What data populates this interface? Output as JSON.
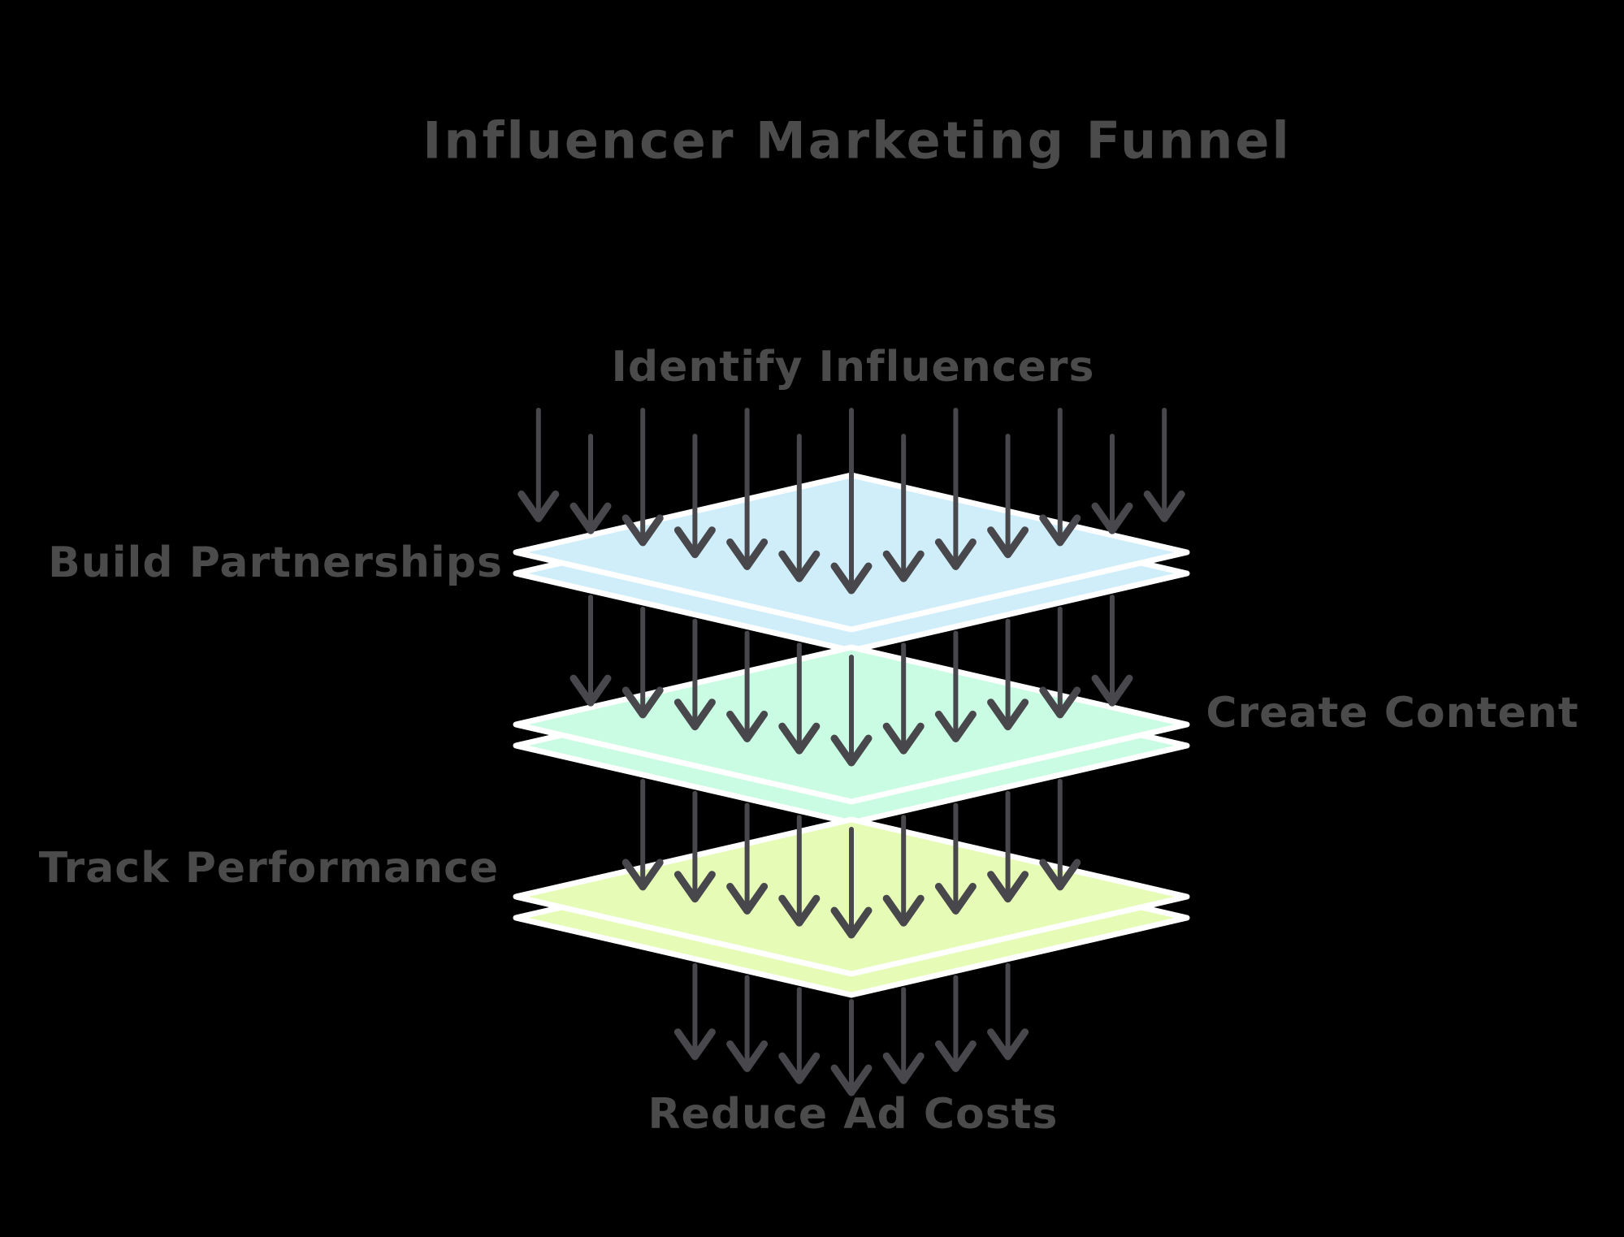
{
  "title": "Influencer Marketing Funnel",
  "diagram": {
    "top_label": "Identify Influencers",
    "bottom_label": "Reduce Ad Costs",
    "layers": [
      {
        "side_label": "Build Partnerships",
        "label_side": "left",
        "color": "#cfeefa"
      },
      {
        "side_label": "Create Content",
        "label_side": "right",
        "color": "#c9fce2"
      },
      {
        "side_label": "Track Performance",
        "label_side": "left",
        "color": "#e6fbb5"
      }
    ],
    "arrow_counts": [
      13,
      11,
      9,
      7
    ]
  },
  "colors": {
    "background": "#000000",
    "text": "#4b4b4b",
    "arrow": "#47474c",
    "layer_stroke": "#ffffff"
  }
}
